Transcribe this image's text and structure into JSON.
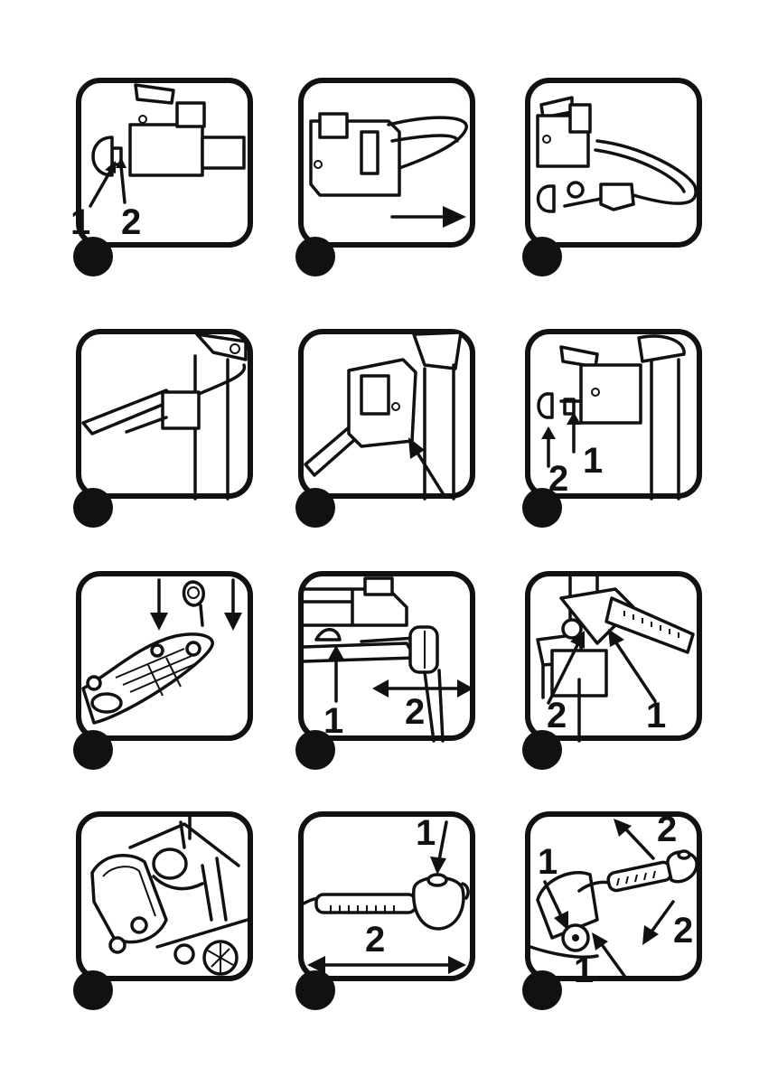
{
  "page": {
    "panels": [
      {
        "id": "p1",
        "labels": [
          "1",
          "2"
        ]
      },
      {
        "id": "p2",
        "labels": []
      },
      {
        "id": "p3",
        "labels": []
      },
      {
        "id": "p4",
        "labels": []
      },
      {
        "id": "p5",
        "labels": []
      },
      {
        "id": "p6",
        "labels": [
          "1",
          "2"
        ]
      },
      {
        "id": "p7",
        "labels": []
      },
      {
        "id": "p8",
        "labels": [
          "1",
          "2"
        ]
      },
      {
        "id": "p9",
        "labels": [
          "2",
          "1"
        ]
      },
      {
        "id": "p10",
        "labels": []
      },
      {
        "id": "p11",
        "labels": [
          "1",
          "2"
        ]
      },
      {
        "id": "p12",
        "labels": [
          "2",
          "1",
          "2",
          "1"
        ]
      }
    ]
  }
}
